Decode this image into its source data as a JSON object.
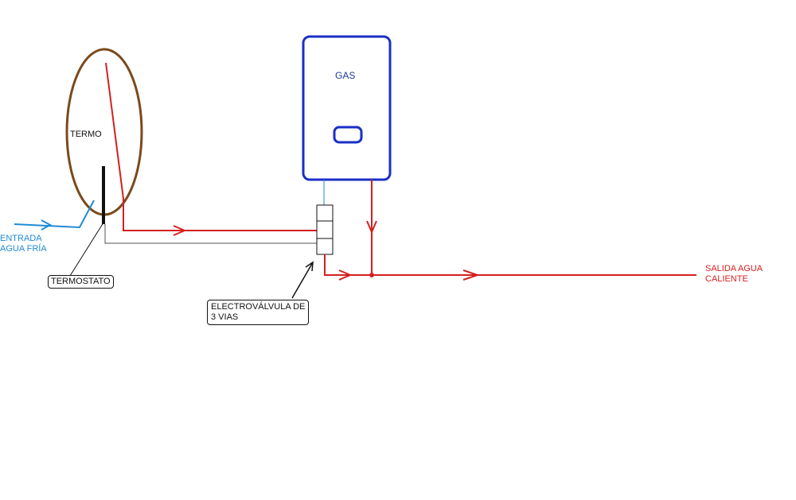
{
  "labels": {
    "termo": "TERMO",
    "gas": "GAS",
    "entrada_line1": "ENTRADA",
    "entrada_line2": "AGUA FRÍA",
    "termostato": "TERMOSTATO",
    "electrovalvula_line1": "ELECTROVÁLVULA DE",
    "electrovalvula_line2": "3 VIAS",
    "salida_line1": "SALIDA AGUA",
    "salida_line2": "CALIENTE"
  },
  "colors": {
    "hot_pipe": "#d42020",
    "cold_pipe": "#1f8ad6",
    "termo_outline": "#7a4a1c",
    "gas_outline": "#1a2fc4",
    "neutral_line": "#555555"
  }
}
